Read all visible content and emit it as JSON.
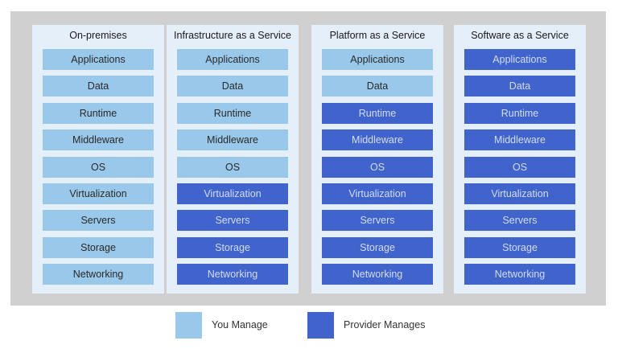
{
  "colors": {
    "you_manage": "#9ac8ea",
    "provider_manages": "#4063cc",
    "column_bg": "#e4effa",
    "frame_bg": "#d0d0d0"
  },
  "columns": [
    {
      "title": "On-premises",
      "layers": [
        {
          "label": "Applications",
          "managed_by": "you"
        },
        {
          "label": "Data",
          "managed_by": "you"
        },
        {
          "label": "Runtime",
          "managed_by": "you"
        },
        {
          "label": "Middleware",
          "managed_by": "you"
        },
        {
          "label": "OS",
          "managed_by": "you"
        },
        {
          "label": "Virtualization",
          "managed_by": "you"
        },
        {
          "label": "Servers",
          "managed_by": "you"
        },
        {
          "label": "Storage",
          "managed_by": "you"
        },
        {
          "label": "Networking",
          "managed_by": "you"
        }
      ]
    },
    {
      "title": "Infrastructure as a Service",
      "layers": [
        {
          "label": "Applications",
          "managed_by": "you"
        },
        {
          "label": "Data",
          "managed_by": "you"
        },
        {
          "label": "Runtime",
          "managed_by": "you"
        },
        {
          "label": "Middleware",
          "managed_by": "you"
        },
        {
          "label": "OS",
          "managed_by": "you"
        },
        {
          "label": "Virtualization",
          "managed_by": "provider"
        },
        {
          "label": "Servers",
          "managed_by": "provider"
        },
        {
          "label": "Storage",
          "managed_by": "provider"
        },
        {
          "label": "Networking",
          "managed_by": "provider"
        }
      ]
    },
    {
      "title": "Platform as a Service",
      "layers": [
        {
          "label": "Applications",
          "managed_by": "you"
        },
        {
          "label": "Data",
          "managed_by": "you"
        },
        {
          "label": "Runtime",
          "managed_by": "provider"
        },
        {
          "label": "Middleware",
          "managed_by": "provider"
        },
        {
          "label": "OS",
          "managed_by": "provider"
        },
        {
          "label": "Virtualization",
          "managed_by": "provider"
        },
        {
          "label": "Servers",
          "managed_by": "provider"
        },
        {
          "label": "Storage",
          "managed_by": "provider"
        },
        {
          "label": "Networking",
          "managed_by": "provider"
        }
      ]
    },
    {
      "title": "Software as a Service",
      "layers": [
        {
          "label": "Applications",
          "managed_by": "provider"
        },
        {
          "label": "Data",
          "managed_by": "provider"
        },
        {
          "label": "Runtime",
          "managed_by": "provider"
        },
        {
          "label": "Middleware",
          "managed_by": "provider"
        },
        {
          "label": "OS",
          "managed_by": "provider"
        },
        {
          "label": "Virtualization",
          "managed_by": "provider"
        },
        {
          "label": "Servers",
          "managed_by": "provider"
        },
        {
          "label": "Storage",
          "managed_by": "provider"
        },
        {
          "label": "Networking",
          "managed_by": "provider"
        }
      ]
    }
  ],
  "legend": {
    "you_manage": "You Manage",
    "provider_manages": "Provider Manages"
  }
}
